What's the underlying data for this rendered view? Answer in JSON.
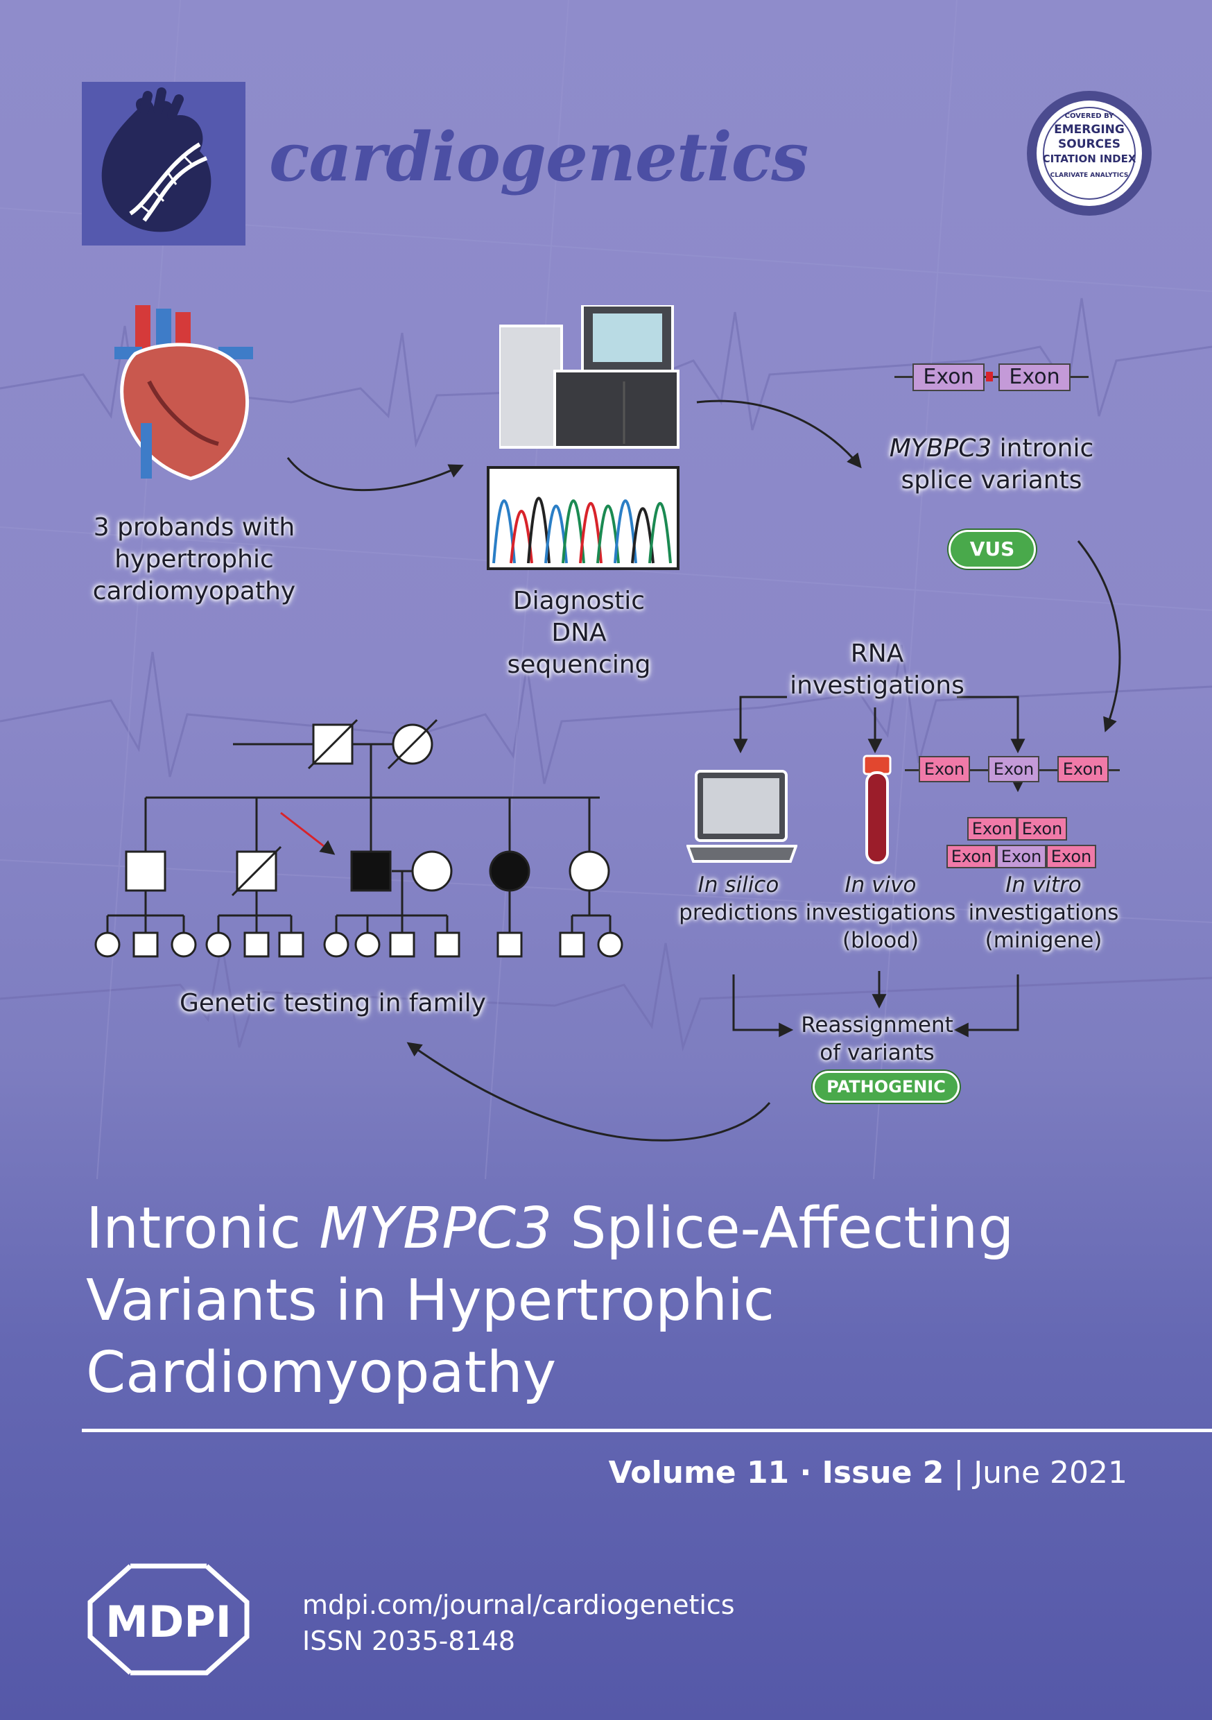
{
  "journal": {
    "name": "cardiogenetics",
    "badge_lines": [
      "COVERED BY",
      "EMERGING",
      "SOURCES",
      "CITATION INDEX",
      "CLARIVATE ANALYTICS"
    ]
  },
  "figure": {
    "probands_label": [
      "3 probands with",
      "hypertrophic",
      "cardiomyopathy"
    ],
    "sequencing_label": [
      "Diagnostic",
      "DNA",
      "sequencing"
    ],
    "exon_label": "Exon",
    "splice_label_gene": "MYBPC3",
    "splice_label_rest": " intronic",
    "splice_label_line2": "splice variants",
    "vus_badge": "VUS",
    "rna_label": [
      "RNA",
      "investigations"
    ],
    "in_silico": "In silico",
    "in_silico_sub": "predictions",
    "in_vivo": "In vivo",
    "in_vivo_sub": [
      "investigations",
      "(blood)"
    ],
    "in_vitro": "In vitro",
    "in_vitro_sub": [
      "investigations",
      "(minigene)"
    ],
    "reassign_label": [
      "Reassignment",
      "of variants"
    ],
    "pathogenic_badge": "PATHOGENIC",
    "family_label": "Genetic testing in family"
  },
  "article": {
    "title_part1": "Intronic ",
    "title_gene": "MYBPC3",
    "title_part2": " Splice-Affecting",
    "title_line2": "Variants in Hypertrophic",
    "title_line3": "Cardiomyopathy"
  },
  "issue": {
    "volume": "Volume 11",
    "sep": " · ",
    "issue": "Issue 2",
    "divider": " | ",
    "date": "June 2021"
  },
  "publisher": {
    "logo": "MDPI",
    "url": "mdpi.com/journal/cardiogenetics",
    "issn": "ISSN 2035-8148"
  },
  "colors": {
    "background": "#8b88c8",
    "journal_name": "#4c4fa4",
    "green_badge": "#49a94b",
    "exon_purple": "#c49ad8",
    "exon_pink": "#f07aa8"
  }
}
